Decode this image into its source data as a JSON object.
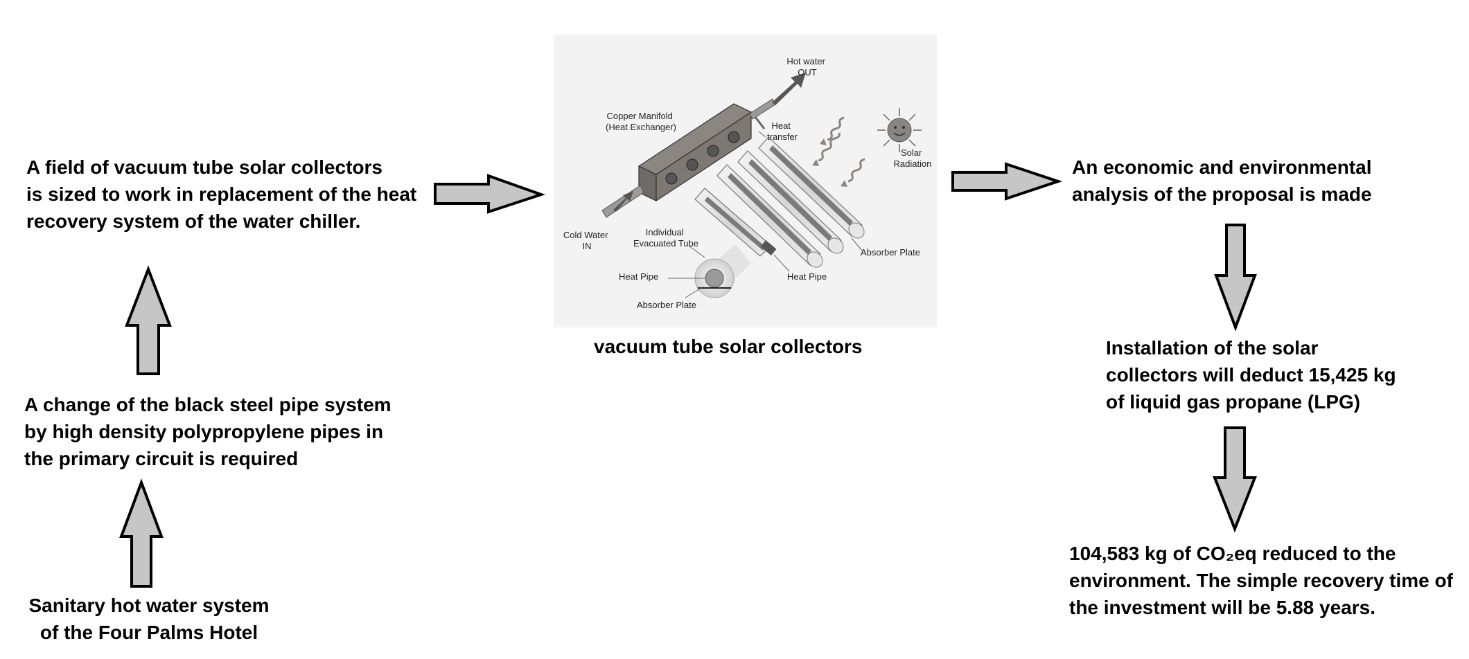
{
  "boxes": {
    "field": [
      "A field of vacuum tube solar collectors",
      "is sized to work in replacement of the heat",
      "recovery system of the water chiller."
    ],
    "pipe_change": [
      "A change of the black steel pipe system",
      "by high density polypropylene pipes in",
      "the primary circuit is required"
    ],
    "hotel": [
      "Sanitary hot water system",
      "of the Four Palms Hotel"
    ],
    "figure_caption": "vacuum tube solar collectors",
    "analysis": [
      "An economic and environmental",
      "analysis of the proposal is made"
    ],
    "installation": [
      "Installation of the solar",
      "collectors will deduct 15,425 kg",
      "of liquid gas propane (LPG)"
    ],
    "result": [
      "104,583 kg of CO₂eq reduced to the",
      "environment. The simple recovery time of",
      "the investment will be 5.88 years."
    ]
  },
  "figure_labels": {
    "hot_water_out_1": "Hot water",
    "hot_water_out_2": "OUT",
    "copper_manifold_1": "Copper Manifold",
    "copper_manifold_2": "(Heat Exchanger)",
    "heat_transfer_1": "Heat",
    "heat_transfer_2": "transfer",
    "solar_radiation_1": "Solar",
    "solar_radiation_2": "Radiation",
    "cold_water_in_1": "Cold Water",
    "cold_water_in_2": "IN",
    "evacuated_tube_1": "Individual",
    "evacuated_tube_2": "Evacuated Tube",
    "absorber_plate_right": "Absorber Plate",
    "heat_pipe_right": "Heat Pipe",
    "heat_pipe_left": "Heat Pipe",
    "absorber_plate_bottom": "Absorber Plate"
  },
  "colors": {
    "arrow_fill": "#c6c6c6",
    "arrow_stroke": "#000000",
    "figure_background": "#f3f3f3"
  }
}
